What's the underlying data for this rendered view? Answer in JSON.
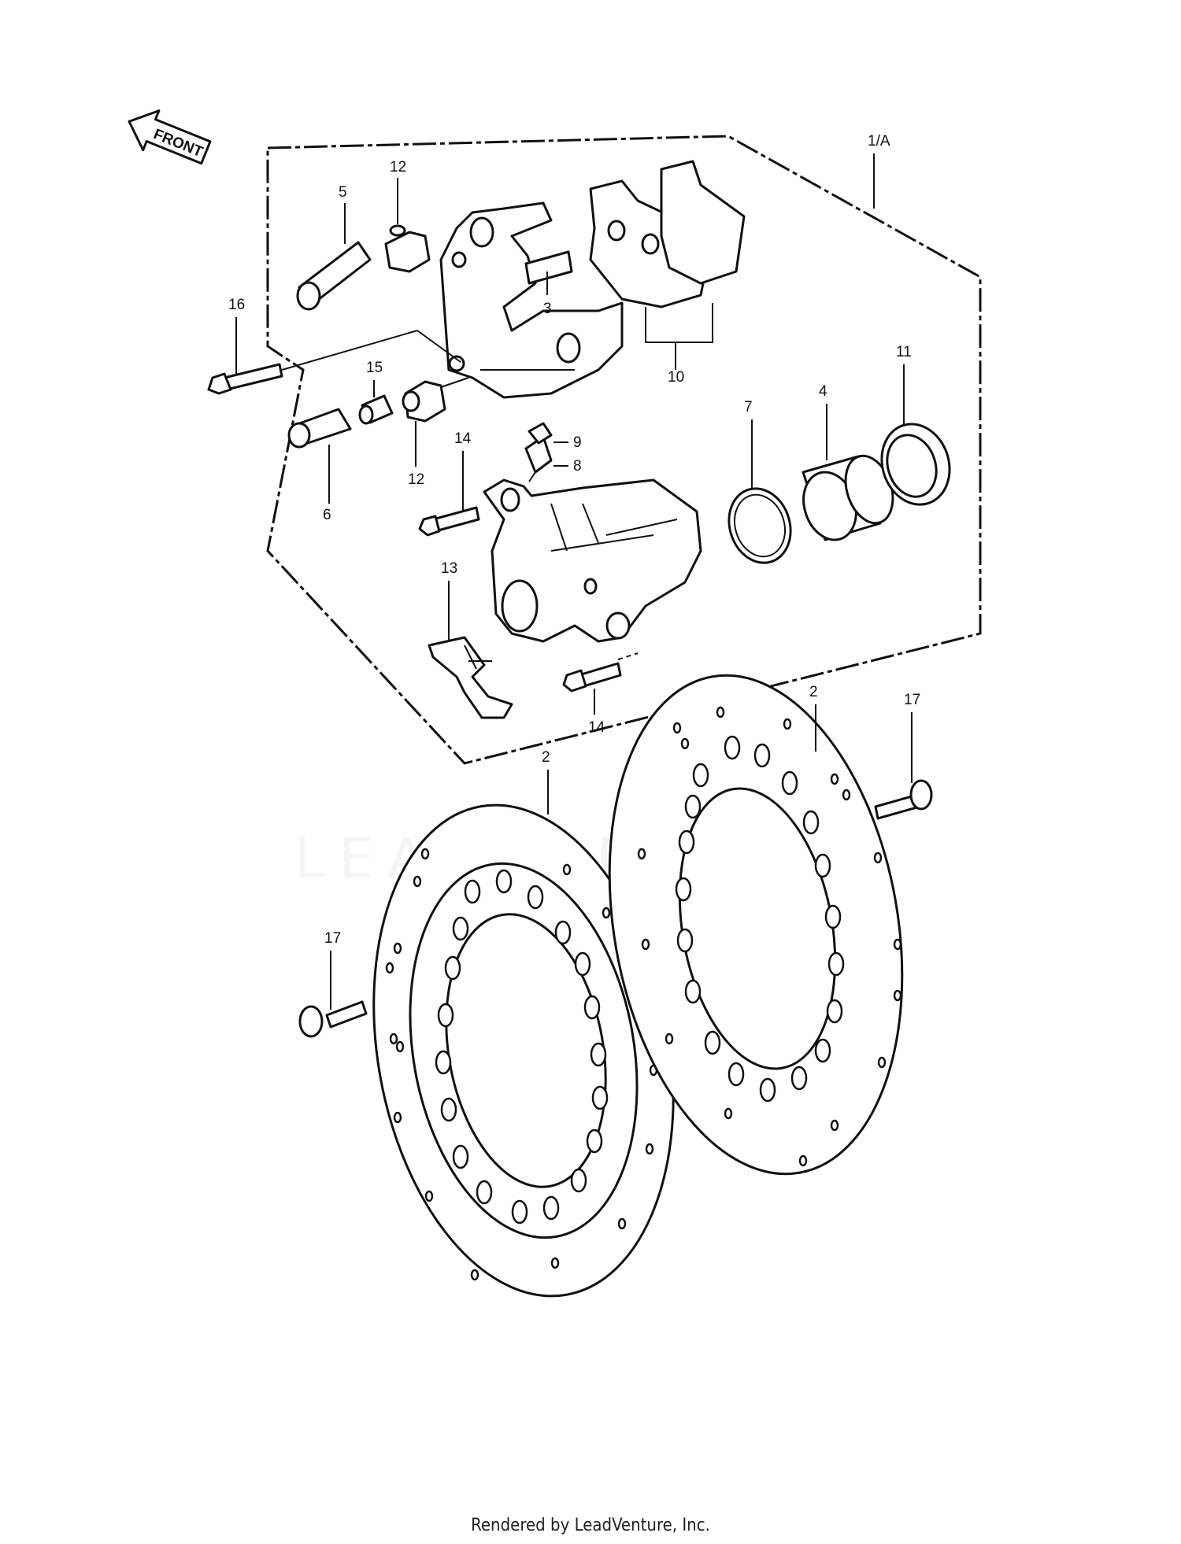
{
  "direction_arrow": {
    "label": "FRONT",
    "icon": "front-arrow-icon"
  },
  "assembly_label": "1/A",
  "callouts": {
    "c2a": "2",
    "c2b": "2",
    "c3": "3",
    "c4": "4",
    "c5": "5",
    "c6": "6",
    "c7": "7",
    "c8": "8",
    "c9": "9",
    "c10": "10",
    "c11": "11",
    "c12a": "12",
    "c12b": "12",
    "c13": "13",
    "c14a": "14",
    "c14b": "14",
    "c15": "15",
    "c16": "16",
    "c17a": "17",
    "c17b": "17"
  },
  "watermark": "LEADVENTURE",
  "footer": "Rendered by LeadVenture, Inc."
}
